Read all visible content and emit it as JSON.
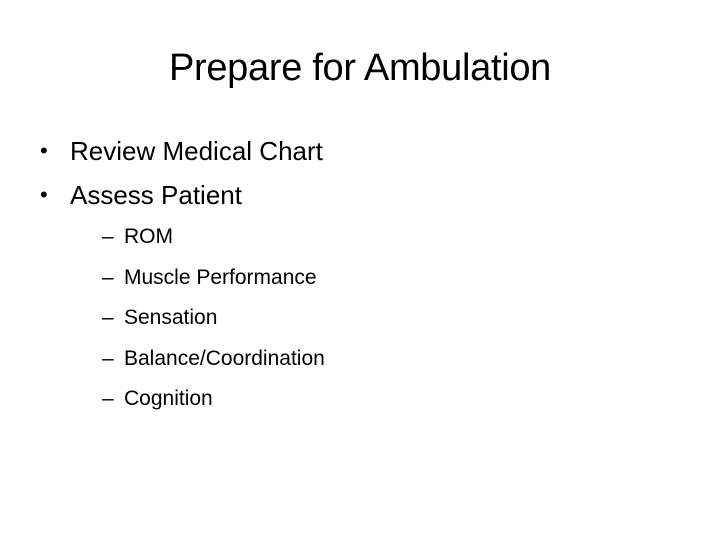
{
  "slide": {
    "title": "Prepare for Ambulation",
    "bullets": [
      {
        "label": "Review Medical Chart",
        "marker": "•"
      },
      {
        "label": "Assess Patient",
        "marker": "•",
        "sub_items": [
          {
            "label": "ROM",
            "marker": "–"
          },
          {
            "label": "Muscle Performance",
            "marker": "–"
          },
          {
            "label": "Sensation",
            "marker": "–"
          },
          {
            "label": "Balance/Coordination",
            "marker": "–"
          },
          {
            "label": "Cognition",
            "marker": "–"
          }
        ]
      }
    ]
  },
  "colors": {
    "background": "#ffffff",
    "text": "#000000"
  }
}
